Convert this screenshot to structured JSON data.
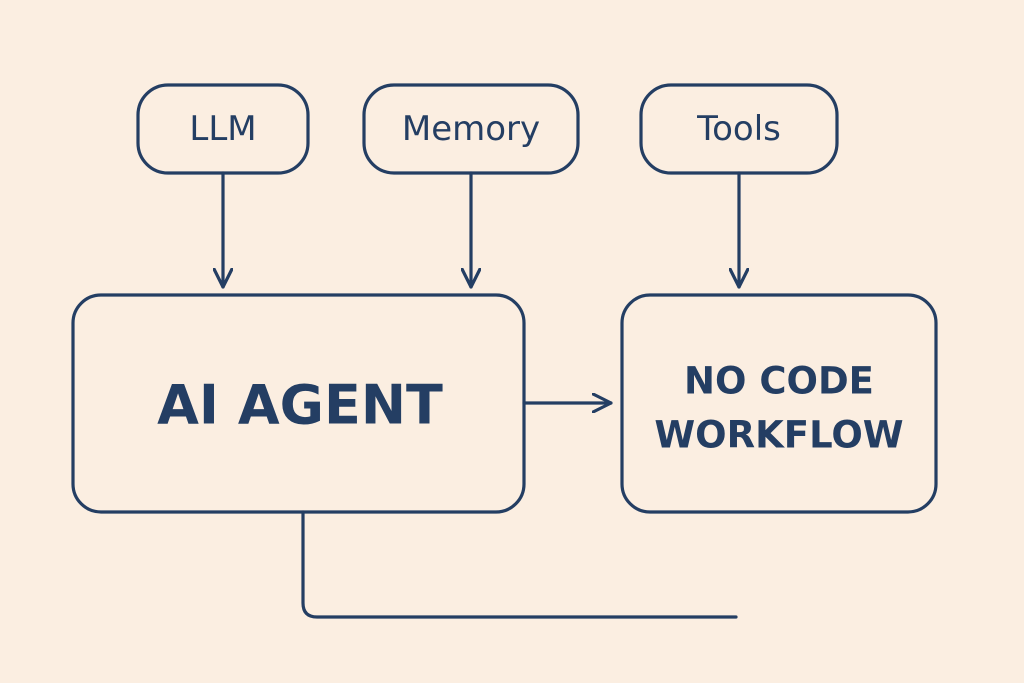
{
  "colors": {
    "background": "#fbeee1",
    "ink": "#243e63"
  },
  "nodes": {
    "llm": {
      "label": "LLM"
    },
    "memory": {
      "label": "Memory"
    },
    "tools": {
      "label": "Tools"
    },
    "agent": {
      "label": "AI AGENT"
    },
    "workflow": {
      "line1": "NO CODE",
      "line2": "WORKFLOW"
    }
  },
  "edges": [
    {
      "from": "LLM",
      "to": "AI AGENT"
    },
    {
      "from": "Memory",
      "to": "AI AGENT"
    },
    {
      "from": "Tools",
      "to": "NO CODE WORKFLOW"
    },
    {
      "from": "AI AGENT",
      "to": "NO CODE WORKFLOW"
    },
    {
      "from": "AI AGENT",
      "to": ""
    }
  ]
}
